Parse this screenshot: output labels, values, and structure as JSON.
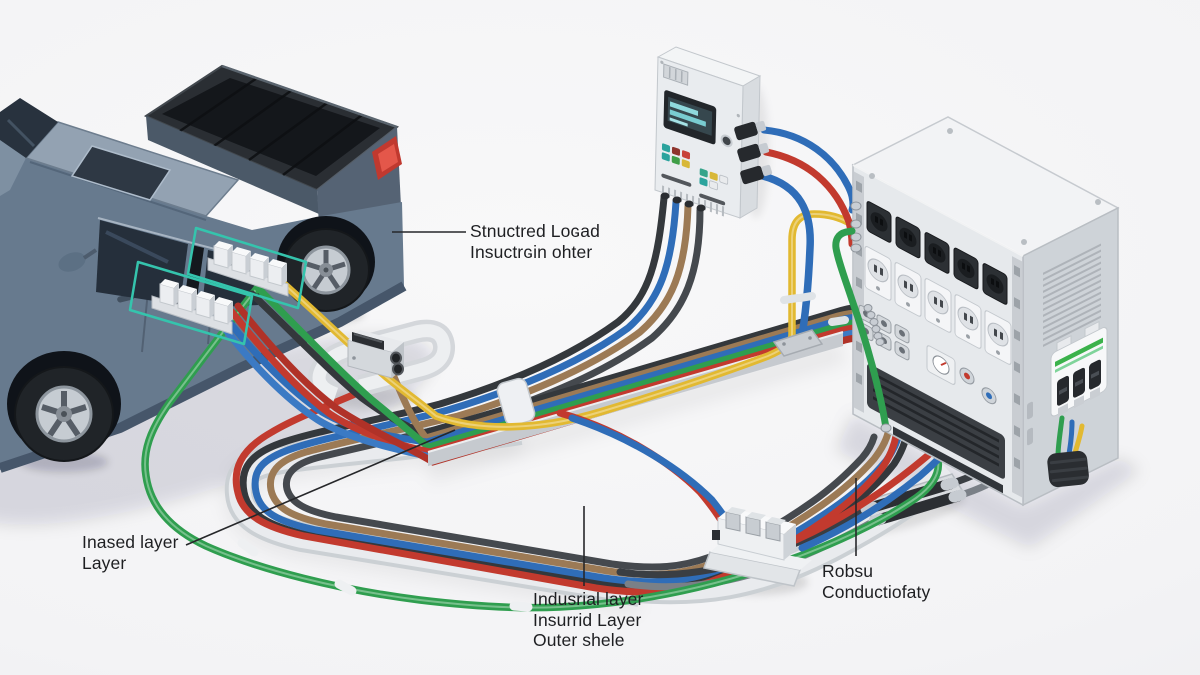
{
  "scene": {
    "description": "Isometric technical illustration of a pickup truck connected with color-coded cables through floor cable trays to a wall-mounted charging control panel and a power distribution cabinet",
    "background": "#f3f3f5"
  },
  "labels": [
    {
      "name": "structured-load-label",
      "lines": [
        "Stnuctred Loɢad",
        "Insuctrɢin ohter"
      ]
    },
    {
      "name": "inased-layer-label",
      "lines": [
        "Inased layer",
        "Layer"
      ]
    },
    {
      "name": "indusrial-layer-label",
      "lines": [
        "Indusrial layer",
        "Insurrid Layer",
        "Outer shele"
      ]
    },
    {
      "name": "robsu-conductiofaty-label",
      "lines": [
        "Robsu",
        "Conductiofaty"
      ]
    }
  ],
  "wire_colors": {
    "blue": "#2f6db8",
    "red": "#c23a2e",
    "green": "#2f9e4f",
    "yellow": "#e2b931",
    "black": "#34383c",
    "brown": "#9c7a55",
    "gray": "#7a8087"
  },
  "accent_colors": {
    "connector_outline_teal": "#35c4ad",
    "breaker_green": "#3bb24b",
    "lcd_teal": "#8fd8dc",
    "taillight_red": "#d9453a"
  },
  "components": [
    "pickup-truck",
    "truck-connector-plate-front",
    "truck-connector-plate-rear",
    "charging-control-panel",
    "power-distribution-cabinet",
    "circuit-breaker",
    "cable-tray-upper",
    "cable-tray-loop",
    "cable-tray-lower",
    "junction-box",
    "terminal-block",
    "cable-sleeve-plate",
    "floor-anchor"
  ]
}
